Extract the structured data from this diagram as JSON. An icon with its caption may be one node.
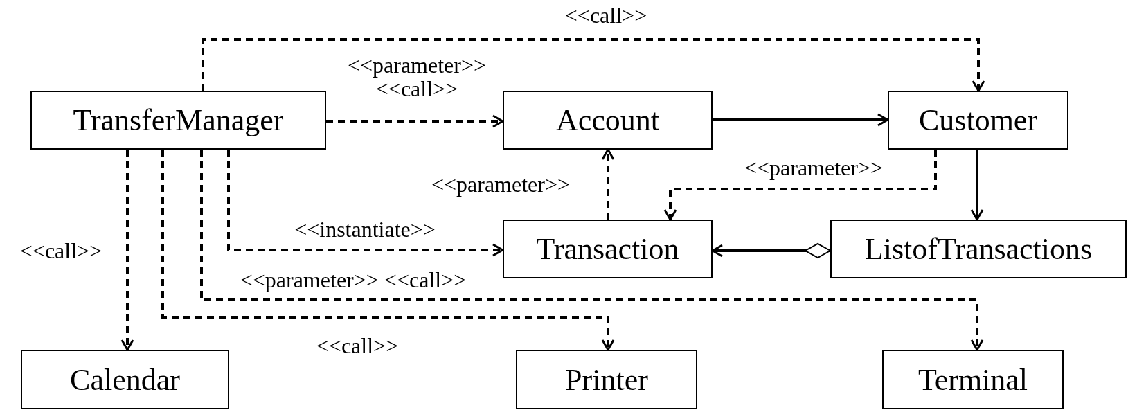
{
  "diagram": {
    "nodes": [
      {
        "text": [
          "TransferManager"
        ]
      },
      {
        "text": [
          "Account"
        ]
      },
      {
        "text": [
          "Customer"
        ]
      },
      {
        "text": [
          "Transaction"
        ]
      },
      {
        "text": [
          "ListofTransactions"
        ]
      },
      {
        "text": [
          "Calendar"
        ]
      },
      {
        "text": [
          "Printer"
        ]
      },
      {
        "text": [
          "Terminal"
        ]
      }
    ],
    "edges": [
      {
        "from": 0,
        "to": 2,
        "arrow": "to",
        "style": "dashed",
        "label": "<<call>>"
      },
      {
        "from": 0,
        "to": 1,
        "arrow": "to",
        "style": "dashed",
        "label": "<<parameter>> <<call>>"
      },
      {
        "from": 1,
        "to": 2,
        "arrow": "to"
      },
      {
        "from": 3,
        "to": 1,
        "arrow": "to",
        "style": "dashed",
        "label": "<<parameter>>"
      },
      {
        "from": 2,
        "to": 3,
        "arrow": "to",
        "style": "dashed",
        "label": "<<parameter>>"
      },
      {
        "from": 2,
        "to": 4,
        "arrow": "to"
      },
      {
        "from": 4,
        "to": 3,
        "arrow": "to"
      },
      {
        "from": 0,
        "to": 3,
        "arrow": "to",
        "style": "dashed",
        "label": "<<instantiate>>"
      },
      {
        "from": 0,
        "to": 5,
        "arrow": "to",
        "style": "dashed",
        "label": "<<call>>"
      },
      {
        "from": 0,
        "to": 6,
        "arrow": "to",
        "style": "dashed",
        "label": "<<call>>"
      },
      {
        "from": 0,
        "to": 7,
        "arrow": "to",
        "style": "dashed",
        "label": "<<parameter>> <<call>>"
      }
    ]
  }
}
